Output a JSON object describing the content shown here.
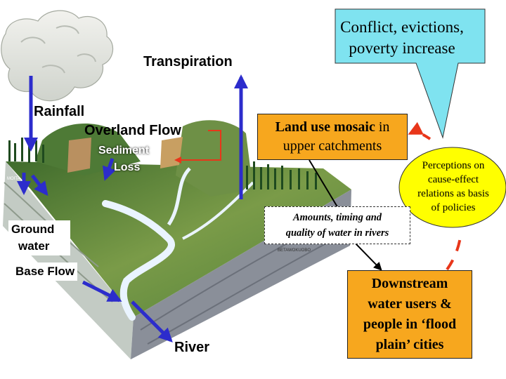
{
  "labels": {
    "transpiration": "Transpiration",
    "rainfall": "Rainfall",
    "overland_flow": "Overland Flow",
    "sediment": "Sediment",
    "loss": "Loss",
    "ground": "Ground",
    "water": "water",
    "base_flow": "Base Flow",
    "river": "River"
  },
  "callout": {
    "line1": "Conflict, evictions,",
    "line2": "poverty increase"
  },
  "land_use": {
    "bold": "Land use mosaic",
    "rest": " in",
    "line2": "upper catchments"
  },
  "amounts": {
    "line1": "Amounts, timing and",
    "line2": "quality of water in rivers"
  },
  "downstream": {
    "line1": "Downstream",
    "line2": "water users &",
    "line3": "people in ‘flood",
    "line4": "plain’ cities"
  },
  "perceptions": {
    "line1": "Perceptions on",
    "line2": "cause-effect",
    "line3": "relations as basis",
    "line4": "of policies"
  },
  "block_labels": {
    "left": "MOITA",
    "right": "BETAWOKUOBO"
  },
  "colors": {
    "orange_box": "#f7a71e",
    "callout_fill": "#7fe3f0",
    "ellipse_fill": "#ffff00",
    "blue_arrow": "#2c2ccc",
    "red_arrow": "#e8361a"
  }
}
